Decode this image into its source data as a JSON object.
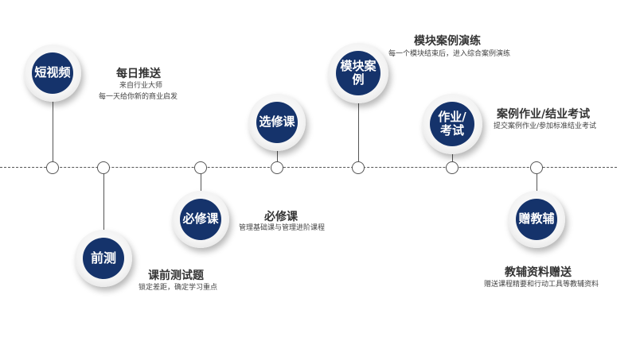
{
  "items": [
    {
      "badge": "短视频",
      "title": "每日推送",
      "desc": [
        "来自行业大师",
        "每一天给你新的商业启发"
      ]
    },
    {
      "badge": "前测",
      "title": "课前测试题",
      "desc": [
        "锁定差距，确定学习重点"
      ]
    },
    {
      "badge": "必修课",
      "title": "必修课",
      "desc": [
        "管理基础课与管理进阶课程"
      ]
    },
    {
      "badge": "选修课",
      "title": "",
      "desc": []
    },
    {
      "badge": "模块案\n例",
      "title": "模块案例演练",
      "desc": [
        "每一个模块结束后，进入综合案例演练"
      ]
    },
    {
      "badge": "作业/\n考试",
      "title": "案例作业/结业考试",
      "desc": [
        "提交案例作业/参加标准结业考试"
      ]
    },
    {
      "badge": "赠教辅",
      "title": "教辅资料赠送",
      "desc": [
        "赠送课程精要和行动工具等教辅资料"
      ]
    }
  ]
}
